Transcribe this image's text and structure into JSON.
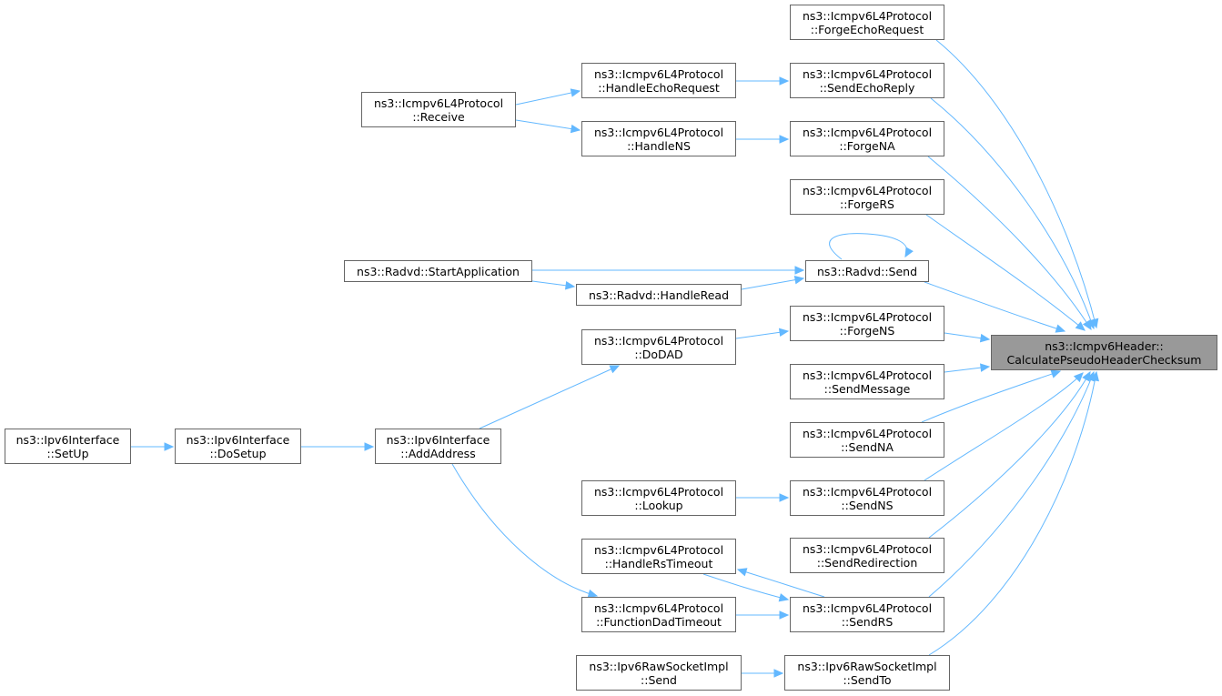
{
  "diagram": {
    "nodes": [
      {
        "id": "calc",
        "lines": [
          "ns3::Icmpv6Header::",
          "CalculatePseudoHeaderChecksum"
        ],
        "focus": true
      },
      {
        "id": "forgeEchoRequest",
        "lines": [
          "ns3::Icmpv6L4Protocol",
          "::ForgeEchoRequest"
        ]
      },
      {
        "id": "sendEchoReply",
        "lines": [
          "ns3::Icmpv6L4Protocol",
          "::SendEchoReply"
        ]
      },
      {
        "id": "handleEchoRequest",
        "lines": [
          "ns3::Icmpv6L4Protocol",
          "::HandleEchoRequest"
        ]
      },
      {
        "id": "receive",
        "lines": [
          "ns3::Icmpv6L4Protocol",
          "::Receive"
        ]
      },
      {
        "id": "handleNS",
        "lines": [
          "ns3::Icmpv6L4Protocol",
          "::HandleNS"
        ]
      },
      {
        "id": "forgeNA",
        "lines": [
          "ns3::Icmpv6L4Protocol",
          "::ForgeNA"
        ]
      },
      {
        "id": "forgeRS",
        "lines": [
          "ns3::Icmpv6L4Protocol",
          "::ForgeRS"
        ]
      },
      {
        "id": "radvdSend",
        "lines": [
          "ns3::Radvd::Send"
        ]
      },
      {
        "id": "startApp",
        "lines": [
          "ns3::Radvd::StartApplication"
        ]
      },
      {
        "id": "handleRead",
        "lines": [
          "ns3::Radvd::HandleRead"
        ]
      },
      {
        "id": "forgeNS",
        "lines": [
          "ns3::Icmpv6L4Protocol",
          "::ForgeNS"
        ]
      },
      {
        "id": "doDAD",
        "lines": [
          "ns3::Icmpv6L4Protocol",
          "::DoDAD"
        ]
      },
      {
        "id": "sendMessage",
        "lines": [
          "ns3::Icmpv6L4Protocol",
          "::SendMessage"
        ]
      },
      {
        "id": "sendNA",
        "lines": [
          "ns3::Icmpv6L4Protocol",
          "::SendNA"
        ]
      },
      {
        "id": "setUp",
        "lines": [
          "ns3::Ipv6Interface",
          "::SetUp"
        ]
      },
      {
        "id": "doSetup",
        "lines": [
          "ns3::Ipv6Interface",
          "::DoSetup"
        ]
      },
      {
        "id": "addAddress",
        "lines": [
          "ns3::Ipv6Interface",
          "::AddAddress"
        ]
      },
      {
        "id": "lookup",
        "lines": [
          "ns3::Icmpv6L4Protocol",
          "::Lookup"
        ]
      },
      {
        "id": "sendNS",
        "lines": [
          "ns3::Icmpv6L4Protocol",
          "::SendNS"
        ]
      },
      {
        "id": "sendRedirection",
        "lines": [
          "ns3::Icmpv6L4Protocol",
          "::SendRedirection"
        ]
      },
      {
        "id": "handleRsTimeout",
        "lines": [
          "ns3::Icmpv6L4Protocol",
          "::HandleRsTimeout"
        ]
      },
      {
        "id": "funcDadTimeout",
        "lines": [
          "ns3::Icmpv6L4Protocol",
          "::FunctionDadTimeout"
        ]
      },
      {
        "id": "sendRS",
        "lines": [
          "ns3::Icmpv6L4Protocol",
          "::SendRS"
        ]
      },
      {
        "id": "rawSend",
        "lines": [
          "ns3::Ipv6RawSocketImpl",
          "::Send"
        ]
      },
      {
        "id": "rawSendTo",
        "lines": [
          "ns3::Ipv6RawSocketImpl",
          "::SendTo"
        ]
      }
    ],
    "edges": [
      {
        "from": "forgeEchoRequest",
        "to": "calc"
      },
      {
        "from": "sendEchoReply",
        "to": "calc"
      },
      {
        "from": "forgeNA",
        "to": "calc"
      },
      {
        "from": "forgeRS",
        "to": "calc"
      },
      {
        "from": "radvdSend",
        "to": "calc"
      },
      {
        "from": "forgeNS",
        "to": "calc"
      },
      {
        "from": "sendMessage",
        "to": "calc"
      },
      {
        "from": "sendNA",
        "to": "calc"
      },
      {
        "from": "sendNS",
        "to": "calc"
      },
      {
        "from": "sendRedirection",
        "to": "calc"
      },
      {
        "from": "sendRS",
        "to": "calc"
      },
      {
        "from": "rawSendTo",
        "to": "calc"
      },
      {
        "from": "handleEchoRequest",
        "to": "sendEchoReply"
      },
      {
        "from": "receive",
        "to": "handleEchoRequest"
      },
      {
        "from": "receive",
        "to": "handleNS"
      },
      {
        "from": "handleNS",
        "to": "forgeNA"
      },
      {
        "from": "radvdSend",
        "to": "radvdSend"
      },
      {
        "from": "startApp",
        "to": "radvdSend"
      },
      {
        "from": "startApp",
        "to": "handleRead"
      },
      {
        "from": "handleRead",
        "to": "radvdSend"
      },
      {
        "from": "doDAD",
        "to": "forgeNS"
      },
      {
        "from": "addAddress",
        "to": "doDAD"
      },
      {
        "from": "setUp",
        "to": "doSetup"
      },
      {
        "from": "doSetup",
        "to": "addAddress"
      },
      {
        "from": "addAddress",
        "to": "funcDadTimeout"
      },
      {
        "from": "lookup",
        "to": "sendNS"
      },
      {
        "from": "sendRS",
        "to": "handleRsTimeout"
      },
      {
        "from": "handleRsTimeout",
        "to": "sendRS"
      },
      {
        "from": "funcDadTimeout",
        "to": "sendRS"
      },
      {
        "from": "rawSend",
        "to": "rawSendTo"
      }
    ],
    "colors": {
      "edge": "#63b8ff",
      "border": "#666666",
      "focus_fill": "#999999",
      "node_fill": "#ffffff"
    }
  }
}
